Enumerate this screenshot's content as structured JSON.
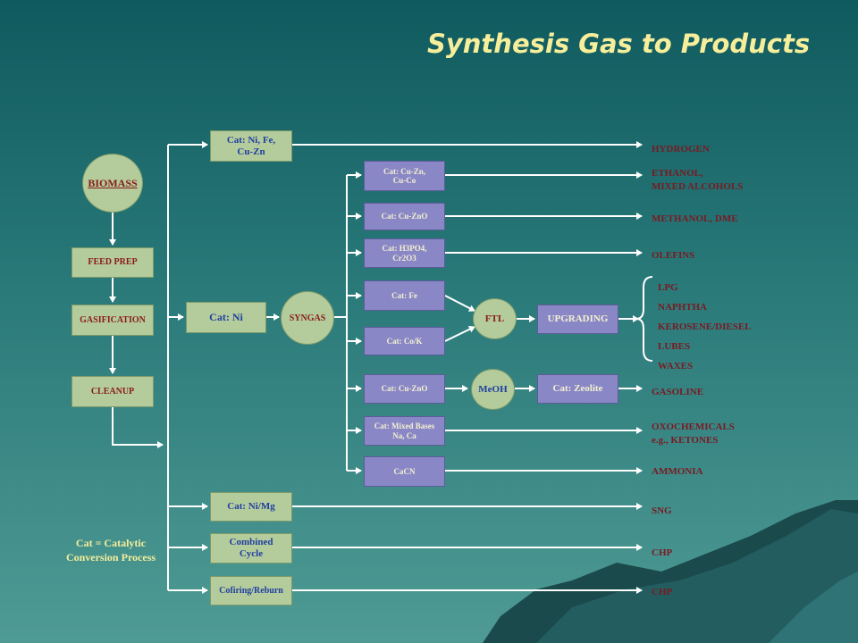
{
  "title": "Synthesis Gas to Products",
  "left_chain": {
    "biomass": "BIOMASS",
    "feed_prep": "FEED PREP",
    "gasification": "GASIFICATION",
    "cleanup": "CLEANUP"
  },
  "branches": {
    "cat_ni_fe_cuzn": "Cat: Ni, Fe,\nCu-Zn",
    "cat_ni": "Cat: Ni",
    "syngas": "SYNGAS",
    "cat_ni_mg": "Cat: Ni/Mg",
    "combined_cycle": "Combined\nCycle",
    "cofiring": "Cofiring/Reburn"
  },
  "catalysts": {
    "cu_zn_cu_co": "Cat: Cu-Zn,\nCu-Co",
    "cu_zno_1": "Cat: Cu-ZnO",
    "h3po4": "Cat: H3PO4,\nCr2O3",
    "fe": "Cat: Fe",
    "co_k": "Cat: Co/K",
    "cu_zno_2": "Cat: Cu-ZnO",
    "mixed_bases": "Cat: Mixed Bases\nNa, Ca",
    "cacn": "CaCN"
  },
  "intermediates": {
    "ftl": "FTL",
    "upgrading": "UPGRADING",
    "meoh": "MeOH",
    "cat_zeolite": "Cat: Zeolite"
  },
  "products": {
    "hydrogen": "HYDROGEN",
    "ethanol": "ETHANOL,\nMIXED ALCOHOLS",
    "methanol": "METHANOL, DME",
    "olefins": "OLEFINS",
    "lpg": "LPG",
    "naphtha": "NAPHTHA",
    "kerosene": "KEROSENE/DIESEL",
    "lubes": "LUBES",
    "waxes": "WAXES",
    "gasoline": "GASOLINE",
    "oxochemicals": "OXOCHEMICALS\ne.g., KETONES",
    "ammonia": "AMMONIA",
    "sng": "SNG",
    "chp_1": "CHP",
    "chp_2": "CHP"
  },
  "legend": "Cat = Catalytic\nConversion Process",
  "colors": {
    "title": "#f6ee9a",
    "green_box": "#b4cc9c",
    "blue_box": "#8a87c6",
    "product_text": "#7a1a22",
    "lines": "#ffffff"
  }
}
